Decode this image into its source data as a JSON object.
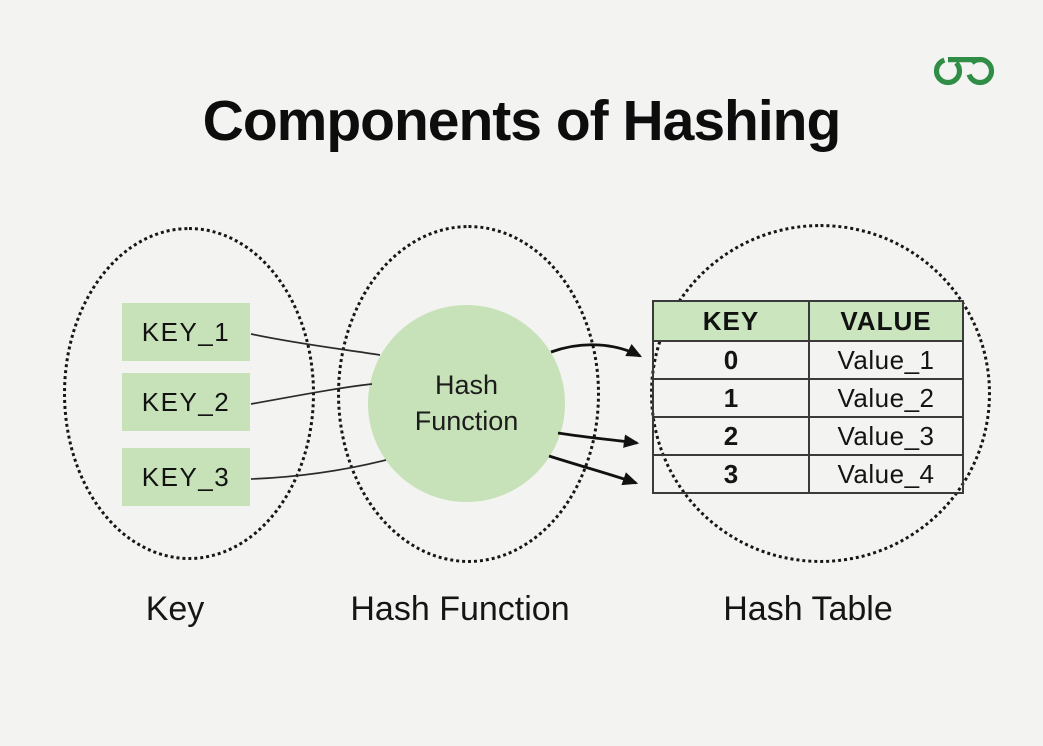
{
  "page": {
    "title": "Components of Hashing",
    "background_color": "#f3f3f1",
    "accent_green": "#c7e2b8",
    "table_header_green": "#cbe5bf",
    "logo_icon": "geeksforgeeks-logo",
    "logo_color": "#2f8d46"
  },
  "sections": {
    "key": {
      "caption": "Key",
      "items": [
        {
          "label": "KEY_1"
        },
        {
          "label": "KEY_2"
        },
        {
          "label": "KEY_3"
        }
      ]
    },
    "hash_function": {
      "caption": "Hash Function",
      "node_lines": [
        "Hash",
        "Function"
      ]
    },
    "hash_table": {
      "caption": "Hash Table",
      "columns": [
        "KEY",
        "VALUE"
      ],
      "rows": [
        [
          "0",
          "Value_1"
        ],
        [
          "1",
          "Value_2"
        ],
        [
          "2",
          "Value_3"
        ],
        [
          "3",
          "Value_4"
        ]
      ]
    }
  }
}
